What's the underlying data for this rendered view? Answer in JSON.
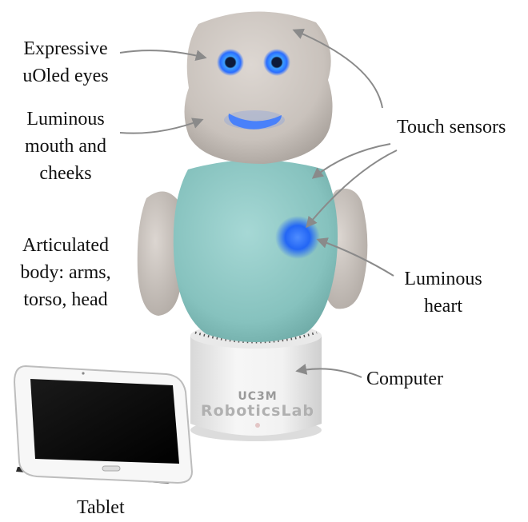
{
  "labels": {
    "eyes_line1": "Expressive",
    "eyes_line2": "uOled eyes",
    "mouth_line1": "Luminous",
    "mouth_line2": "mouth and",
    "mouth_line3": "cheeks",
    "body_line1": "Articulated",
    "body_line2": "body: arms,",
    "body_line3": "torso, head",
    "touch": "Touch sensors",
    "heart_line1": "Luminous",
    "heart_line2": "heart",
    "computer": "Computer",
    "tablet": "Tablet"
  },
  "base_logo": {
    "line1": "UC3M",
    "line2": "RoboticsLab"
  },
  "colors": {
    "fur_grey": "#cdc6c1",
    "fur_teal": "#8ec9c6",
    "led_blue": "#2f7cff",
    "base_white": "#f1f1f1",
    "arrow": "#8a8a8a",
    "text": "#111111"
  }
}
